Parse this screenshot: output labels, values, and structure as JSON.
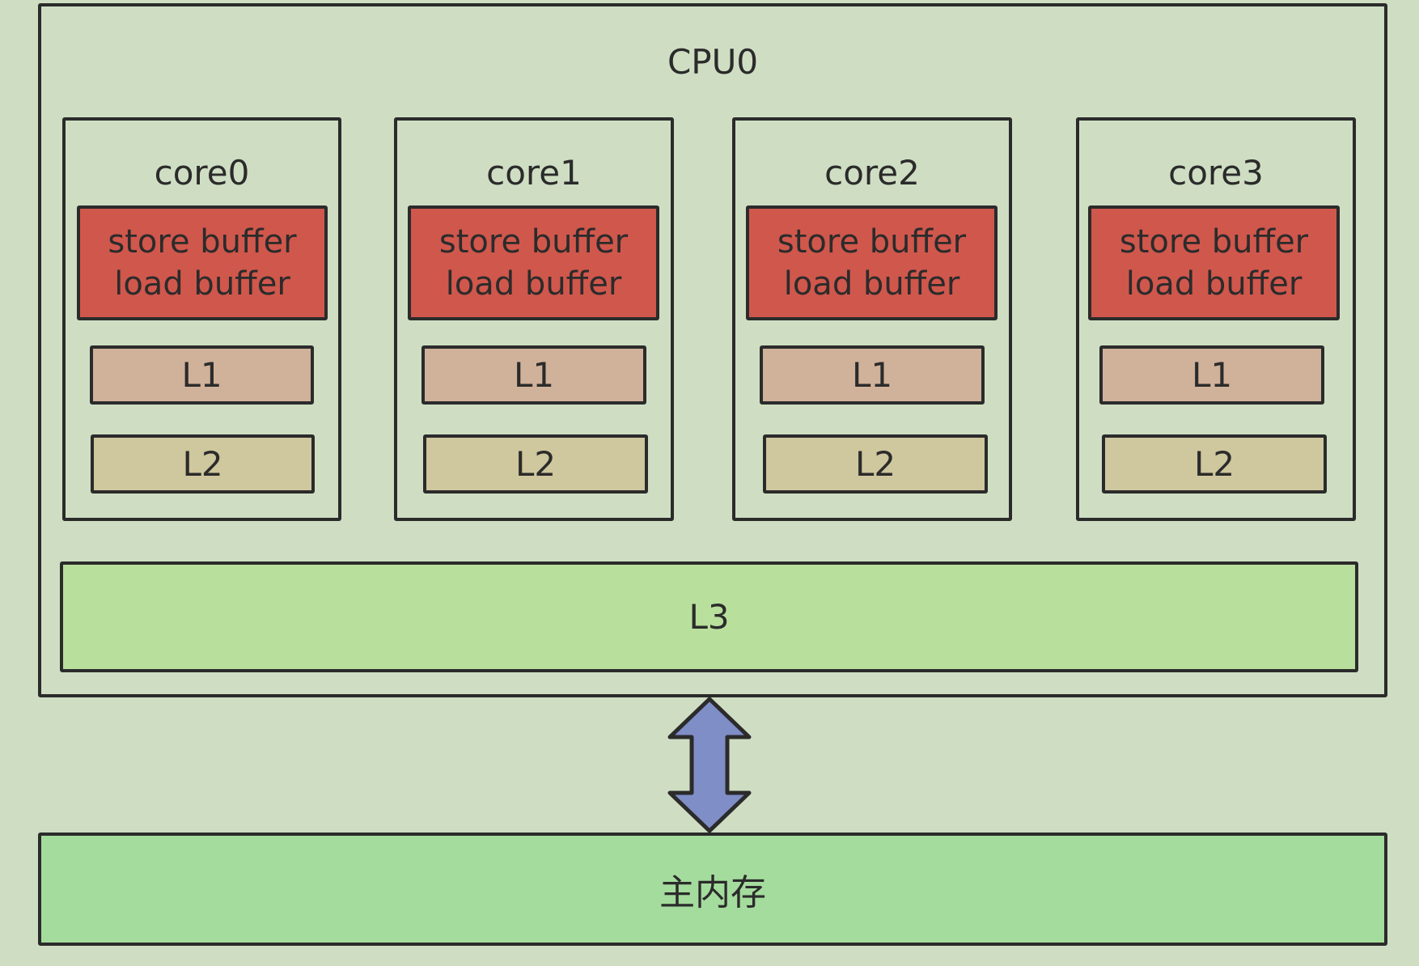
{
  "cpu": {
    "title": "CPU0"
  },
  "cores": [
    {
      "name": "core0",
      "store_label": "store buffer",
      "load_label": "load buffer",
      "l1": "L1",
      "l2": "L2"
    },
    {
      "name": "core1",
      "store_label": "store buffer",
      "load_label": "load buffer",
      "l1": "L1",
      "l2": "L2"
    },
    {
      "name": "core2",
      "store_label": "store buffer",
      "load_label": "load buffer",
      "l1": "L1",
      "l2": "L2"
    },
    {
      "name": "core3",
      "store_label": "store buffer",
      "load_label": "load buffer",
      "l1": "L1",
      "l2": "L2"
    }
  ],
  "l3": {
    "label": "L3"
  },
  "memory": {
    "label": "主内存"
  },
  "colors": {
    "background": "#cfdec3",
    "buffer": "#d0574c",
    "l1": "#d0b19a",
    "l2": "#cfc79d",
    "l3": "#b9df9c",
    "memory": "#a4dc9d",
    "arrow": "#7f8ec7",
    "outline": "#2b2b2b"
  }
}
